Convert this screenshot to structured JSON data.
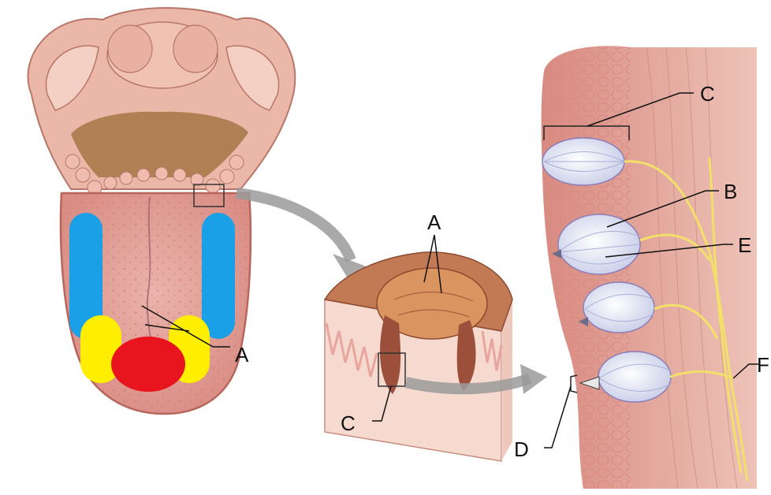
{
  "labels": {
    "tongue_a": "A",
    "papilla_a": "A",
    "papilla_c": "C",
    "bud_c": "C",
    "bud_b": "B",
    "bud_e": "E",
    "bud_f": "F",
    "bud_d": "D"
  },
  "colors": {
    "zone_sides": "#1aa0e6",
    "zone_back_sides": "#ffee00",
    "zone_tip": "#e8141e",
    "pharynx_patch": "#b08054",
    "tongue_tissue": "#e7a59d",
    "nerve": "#f2e06a",
    "arrow": "#9a9a9a"
  }
}
